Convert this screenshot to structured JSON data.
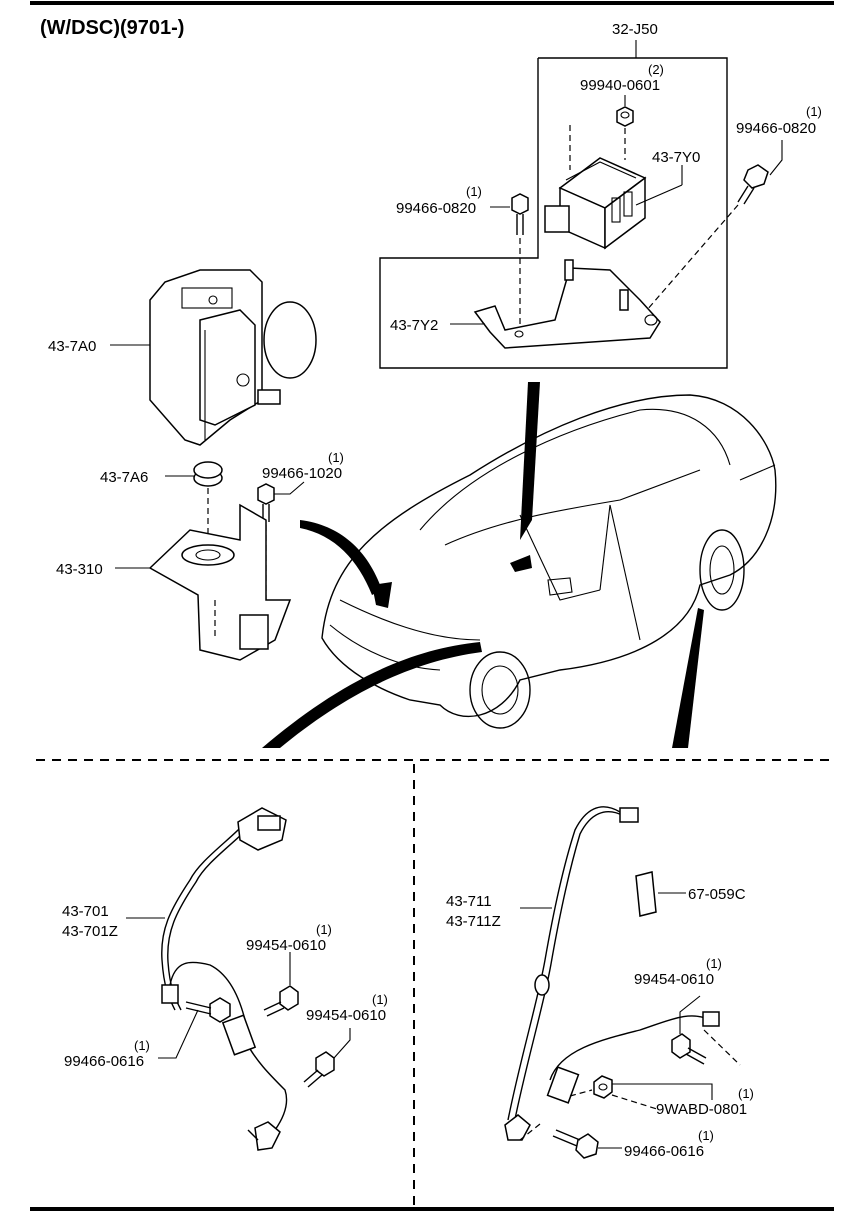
{
  "header": {
    "title": "(W/DSC)(9701-)"
  },
  "callouts": {
    "kit": "32-J50",
    "nut_top": {
      "qty": "(2)",
      "part": "99940-0601"
    },
    "sensor": "43-7Y0",
    "bolt_right": {
      "qty": "(1)",
      "part": "99466-0820"
    },
    "bolt_left": {
      "qty": "(1)",
      "part": "99466-0820"
    },
    "bracket_sensor": "43-7Y2",
    "hydraulic_unit": "43-7A0",
    "insulator": "43-7A6",
    "bolt_unit": {
      "qty": "(1)",
      "part": "99466-1020"
    },
    "bracket_unit": "43-310"
  },
  "front_sensor": {
    "part": "43-701",
    "part_alt": "43-701Z",
    "bolt_a": {
      "qty": "(1)",
      "part": "99454-0610"
    },
    "bolt_b": {
      "qty": "(1)",
      "part": "99454-0610"
    },
    "bolt_c": {
      "qty": "(1)",
      "part": "99466-0616"
    }
  },
  "rear_sensor": {
    "part": "43-711",
    "part_alt": "43-711Z",
    "label": "67-059C",
    "bolt_a": {
      "qty": "(1)",
      "part": "99454-0610"
    },
    "nut": {
      "qty": "(1)",
      "part": "9WABD-0801"
    },
    "bolt_b": {
      "qty": "(1)",
      "part": "99466-0616"
    }
  },
  "colors": {
    "ink": "#000000",
    "paper": "#ffffff"
  }
}
